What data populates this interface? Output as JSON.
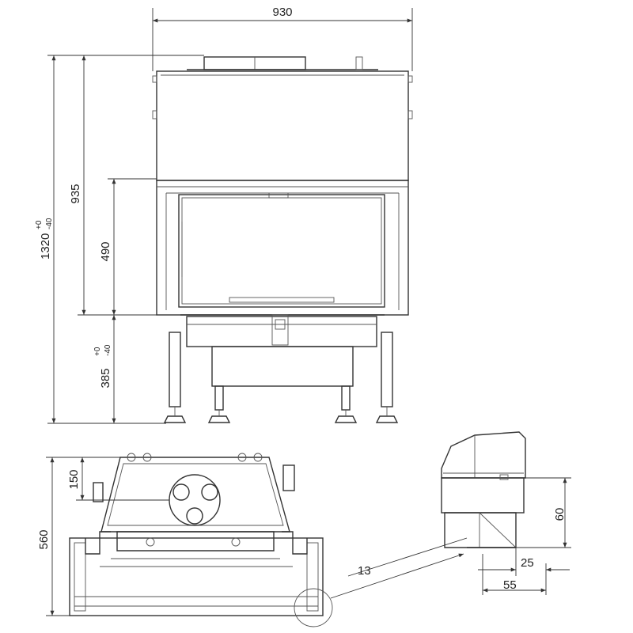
{
  "dimensions": {
    "width": "930",
    "height_main": "935",
    "height_total": "1320",
    "height_total_tol_upper": "+0",
    "height_total_tol_lower": "-40",
    "glass_height": "490",
    "leg_height": "385",
    "leg_height_tol_upper": "+0",
    "leg_height_tol_lower": "-40",
    "depth": "560",
    "flue_offset": "150",
    "detail_height": "60",
    "detail_w1": "25",
    "detail_w2": "55",
    "callout": "13"
  },
  "colors": {
    "line": "#333333",
    "background": "#ffffff"
  }
}
